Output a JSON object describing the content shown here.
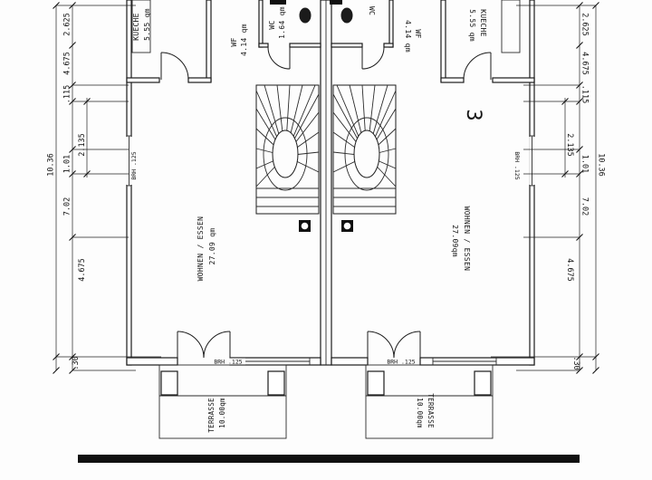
{
  "drawing": {
    "unit_left": {
      "kitchen_name": "KUECHE",
      "kitchen_area": "5.55 qm",
      "wc_name": "WC",
      "wc_area": "1.64 qm",
      "wf_name": "WF",
      "wf_area": "4.14 qm",
      "living_name": "WOHNEN / ESSEN",
      "living_area": "27.09 qm",
      "terrace_name": "TERRASSE",
      "terrace_area": "10.00qm",
      "sill_side": "BRH .125",
      "sill_bottom": "BRH .125"
    },
    "unit_right": {
      "number": "3",
      "kitchen_name": "KUECHE",
      "kitchen_area": "5.55 qm",
      "wc_name": "WC",
      "wf_name": "WF",
      "wf_area": "4.14 qm",
      "living_name": "WOHNEN / ESSEN",
      "living_area": "27.09qm",
      "terrace_name": "TERRASSE",
      "terrace_area": "10.00qm",
      "sill_side": "BRH .125",
      "sill_bottom": "BRH .125"
    },
    "dims_left": {
      "d1": "2.625",
      "d2": "4.675",
      "d3": ".115",
      "total": "10.36",
      "d4": "2.135",
      "d5": "1.01",
      "d6": "7.02",
      "d7": "4.675",
      "d8": ".30"
    },
    "dims_right": {
      "d1": "2.625",
      "d2": "4.675",
      "d3": ".115",
      "total": "10.36",
      "d4": "2.135",
      "d5": "1.01",
      "d6": "7.02",
      "d7": "4.675",
      "d8": ".30"
    }
  }
}
